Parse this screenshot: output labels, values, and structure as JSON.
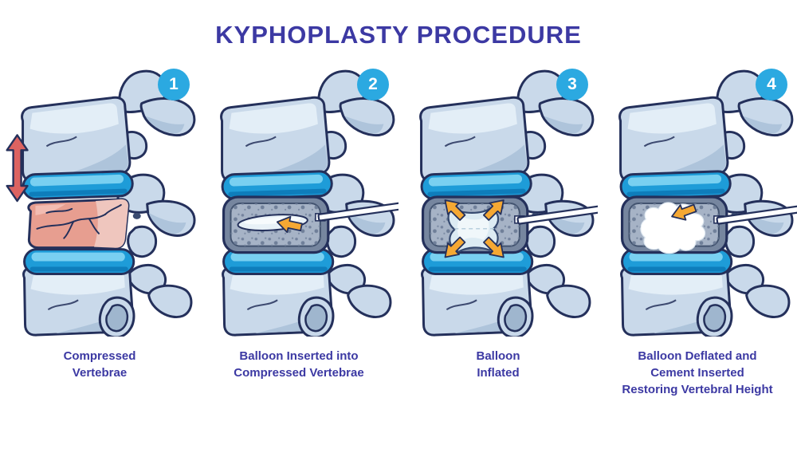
{
  "title": "KYPHOPLASTY PROCEDURE",
  "panels": [
    {
      "number": "1",
      "caption": "Compressed\nVertebrae"
    },
    {
      "number": "2",
      "caption": "Balloon Inserted into\nCompressed Vertebrae"
    },
    {
      "number": "3",
      "caption": "Balloon\nInflated"
    },
    {
      "number": "4",
      "caption": "Balloon Deflated and\nCement Inserted\nRestoring Vertebral Height"
    }
  ],
  "colors": {
    "accent_text": "#3C39A3",
    "step_badge": "#2BA9E1",
    "disc_cyan": "#1E9CD8",
    "bone": "#C9D9EA",
    "bone_outline": "#24305B",
    "compressed_vertebra_pink": "#E79E90",
    "cavity_gray": "#76869F",
    "arrow_orange": "#F5A833",
    "arrow_red": "#DC6361",
    "cement_white": "#FFFFFF"
  },
  "icons": {
    "compression_arrow": "red double-headed vertical arrow",
    "insertion_arrow": "orange arrow pointing into vertebra",
    "expansion_arrows": "four orange arrows pointing outward",
    "cement_arrow": "orange arrow pointing at cement",
    "needle": "bone tamp needle entering from right",
    "balloon_deflated": "flat balloon inside vertebra",
    "balloon_inflated": "expanded balloon inside vertebra",
    "cement": "white bone cement filling"
  }
}
